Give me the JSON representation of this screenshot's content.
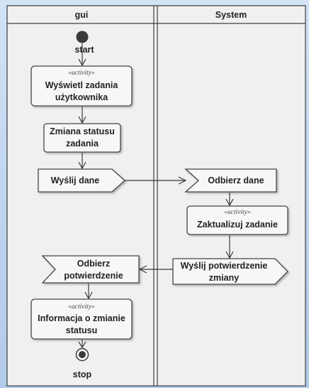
{
  "lanes": {
    "left": "gui",
    "right": "System"
  },
  "nodes": {
    "start": {
      "label": "start"
    },
    "show_tasks": {
      "stereotype": "«activity»",
      "line1": "Wyświetl zadania",
      "line2": "użytkownika"
    },
    "change_status": {
      "line1": "Zmiana statusu",
      "line2": "zadania"
    },
    "send_data": {
      "label": "Wyślij dane"
    },
    "receive_data": {
      "label": "Odbierz dane"
    },
    "update_task": {
      "stereotype": "«activity»",
      "label": "Zaktualizuj zadanie"
    },
    "send_confirmation": {
      "line1": "Wyślij potwierdzenie",
      "line2": "zmiany"
    },
    "receive_confirmation": {
      "line1": "Odbierz",
      "line2": "potwierdzenie"
    },
    "status_info": {
      "stereotype": "«activity»",
      "line1": "Informacja o zmianie",
      "line2": "statusu"
    },
    "stop": {
      "label": "stop"
    }
  },
  "colors": {
    "frame_background": "#c4d8f0",
    "lane_fill": "#f1f0ef",
    "node_fill": "#f7f7f7",
    "stroke": "#444444"
  }
}
